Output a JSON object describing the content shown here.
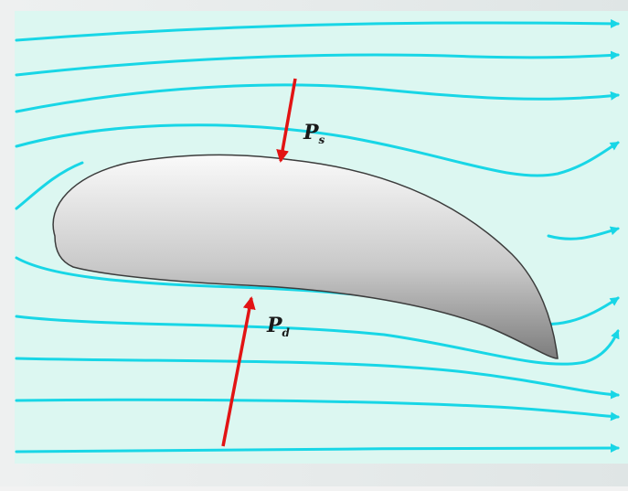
{
  "diagram": {
    "labels": {
      "upper_force": "P",
      "upper_force_sub": "s",
      "lower_force": "P",
      "lower_force_sub": "d"
    },
    "colors": {
      "flow_background": "#d9f7f0",
      "streamline": "#18d6e6",
      "force_arrow": "#e21414",
      "airfoil_light": "#f6f6f6",
      "airfoil_dark": "#8a8a8a"
    },
    "elements": {
      "streamlines": "flow-streamlines",
      "airfoil": "airfoil-body",
      "upper_arrow": "upper-force-arrow",
      "lower_arrow": "lower-force-arrow"
    }
  }
}
